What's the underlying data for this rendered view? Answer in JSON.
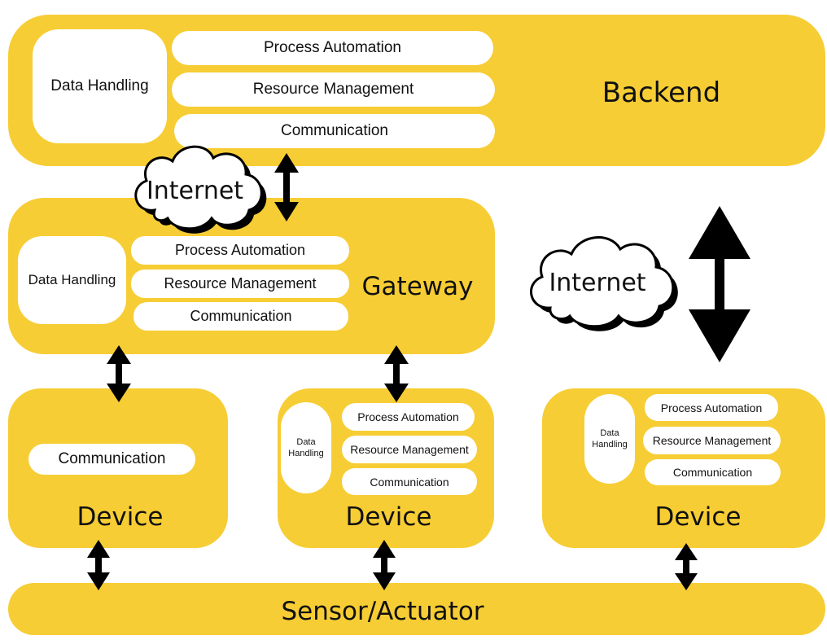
{
  "backend": {
    "title": "Backend",
    "data_handling": "Data Handling",
    "process_automation": "Process Automation",
    "resource_management": "Resource Management",
    "communication": "Communication"
  },
  "gateway": {
    "title": "Gateway",
    "data_handling": "Data Handling",
    "process_automation": "Process Automation",
    "resource_management": "Resource Management",
    "communication": "Communication"
  },
  "internet_labels": [
    "Internet",
    "Internet"
  ],
  "devices": [
    {
      "title": "Device",
      "communication": "Communication"
    },
    {
      "title": "Device",
      "data_handling": "Data Handling",
      "process_automation": "Process Automation",
      "resource_management": "Resource Management",
      "communication": "Communication"
    },
    {
      "title": "Device",
      "data_handling": "Data Handling",
      "process_automation": "Process Automation",
      "resource_management": "Resource Management",
      "communication": "Communication"
    }
  ],
  "sensor_actuator": {
    "title": "Sensor/Actuator"
  },
  "colors": {
    "box": "#f7cd35",
    "pill": "#ffffff",
    "arrow": "#000000"
  }
}
